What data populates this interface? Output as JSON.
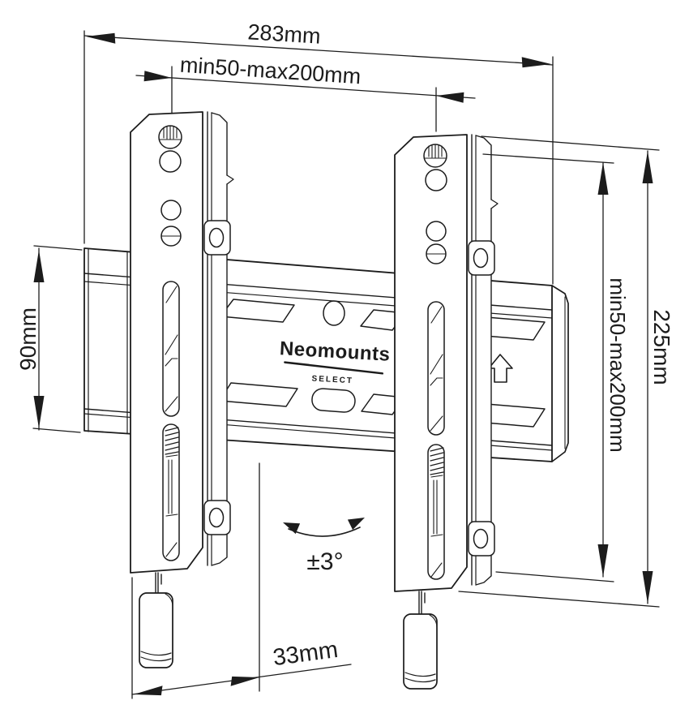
{
  "brand": {
    "name": "Neomounts",
    "sub": "SELECT"
  },
  "dimensions": {
    "total_width": "283mm",
    "vesa_width": "min50-max200mm",
    "plate_height": "90mm",
    "vesa_height": "min50-max200mm",
    "total_height": "225mm",
    "tilt_angle": "±3°",
    "depth": "33mm"
  },
  "colors": {
    "line": "#1c1c1c",
    "background": "#ffffff"
  }
}
